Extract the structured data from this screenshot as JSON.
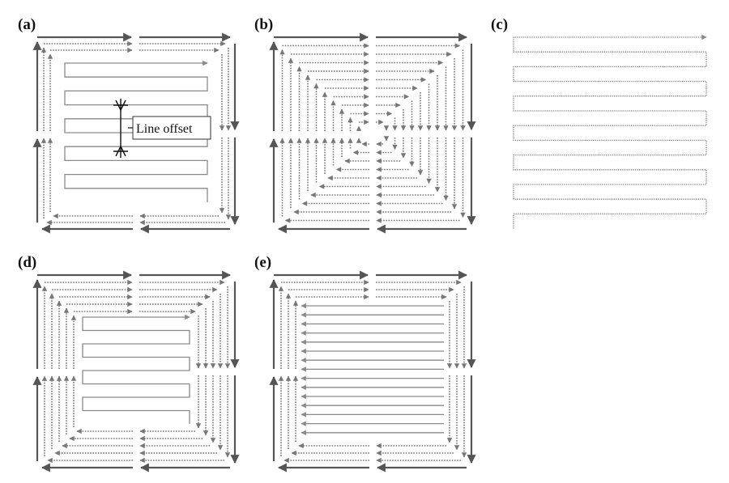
{
  "figure": {
    "panels": [
      {
        "id": "a",
        "label": "(a)",
        "pattern": "contour-zigzag",
        "callout": "Line offset"
      },
      {
        "id": "b",
        "label": "(b)",
        "pattern": "spiral"
      },
      {
        "id": "c",
        "label": "(c)",
        "pattern": "zigzag"
      },
      {
        "id": "d",
        "label": "(d)",
        "pattern": "contour-zigzag-narrow"
      },
      {
        "id": "e",
        "label": "(e)",
        "pattern": "contour-raster"
      }
    ],
    "colors": {
      "ink": "#555555",
      "dotted": "#777777",
      "raster": "#8a8a8a"
    }
  }
}
